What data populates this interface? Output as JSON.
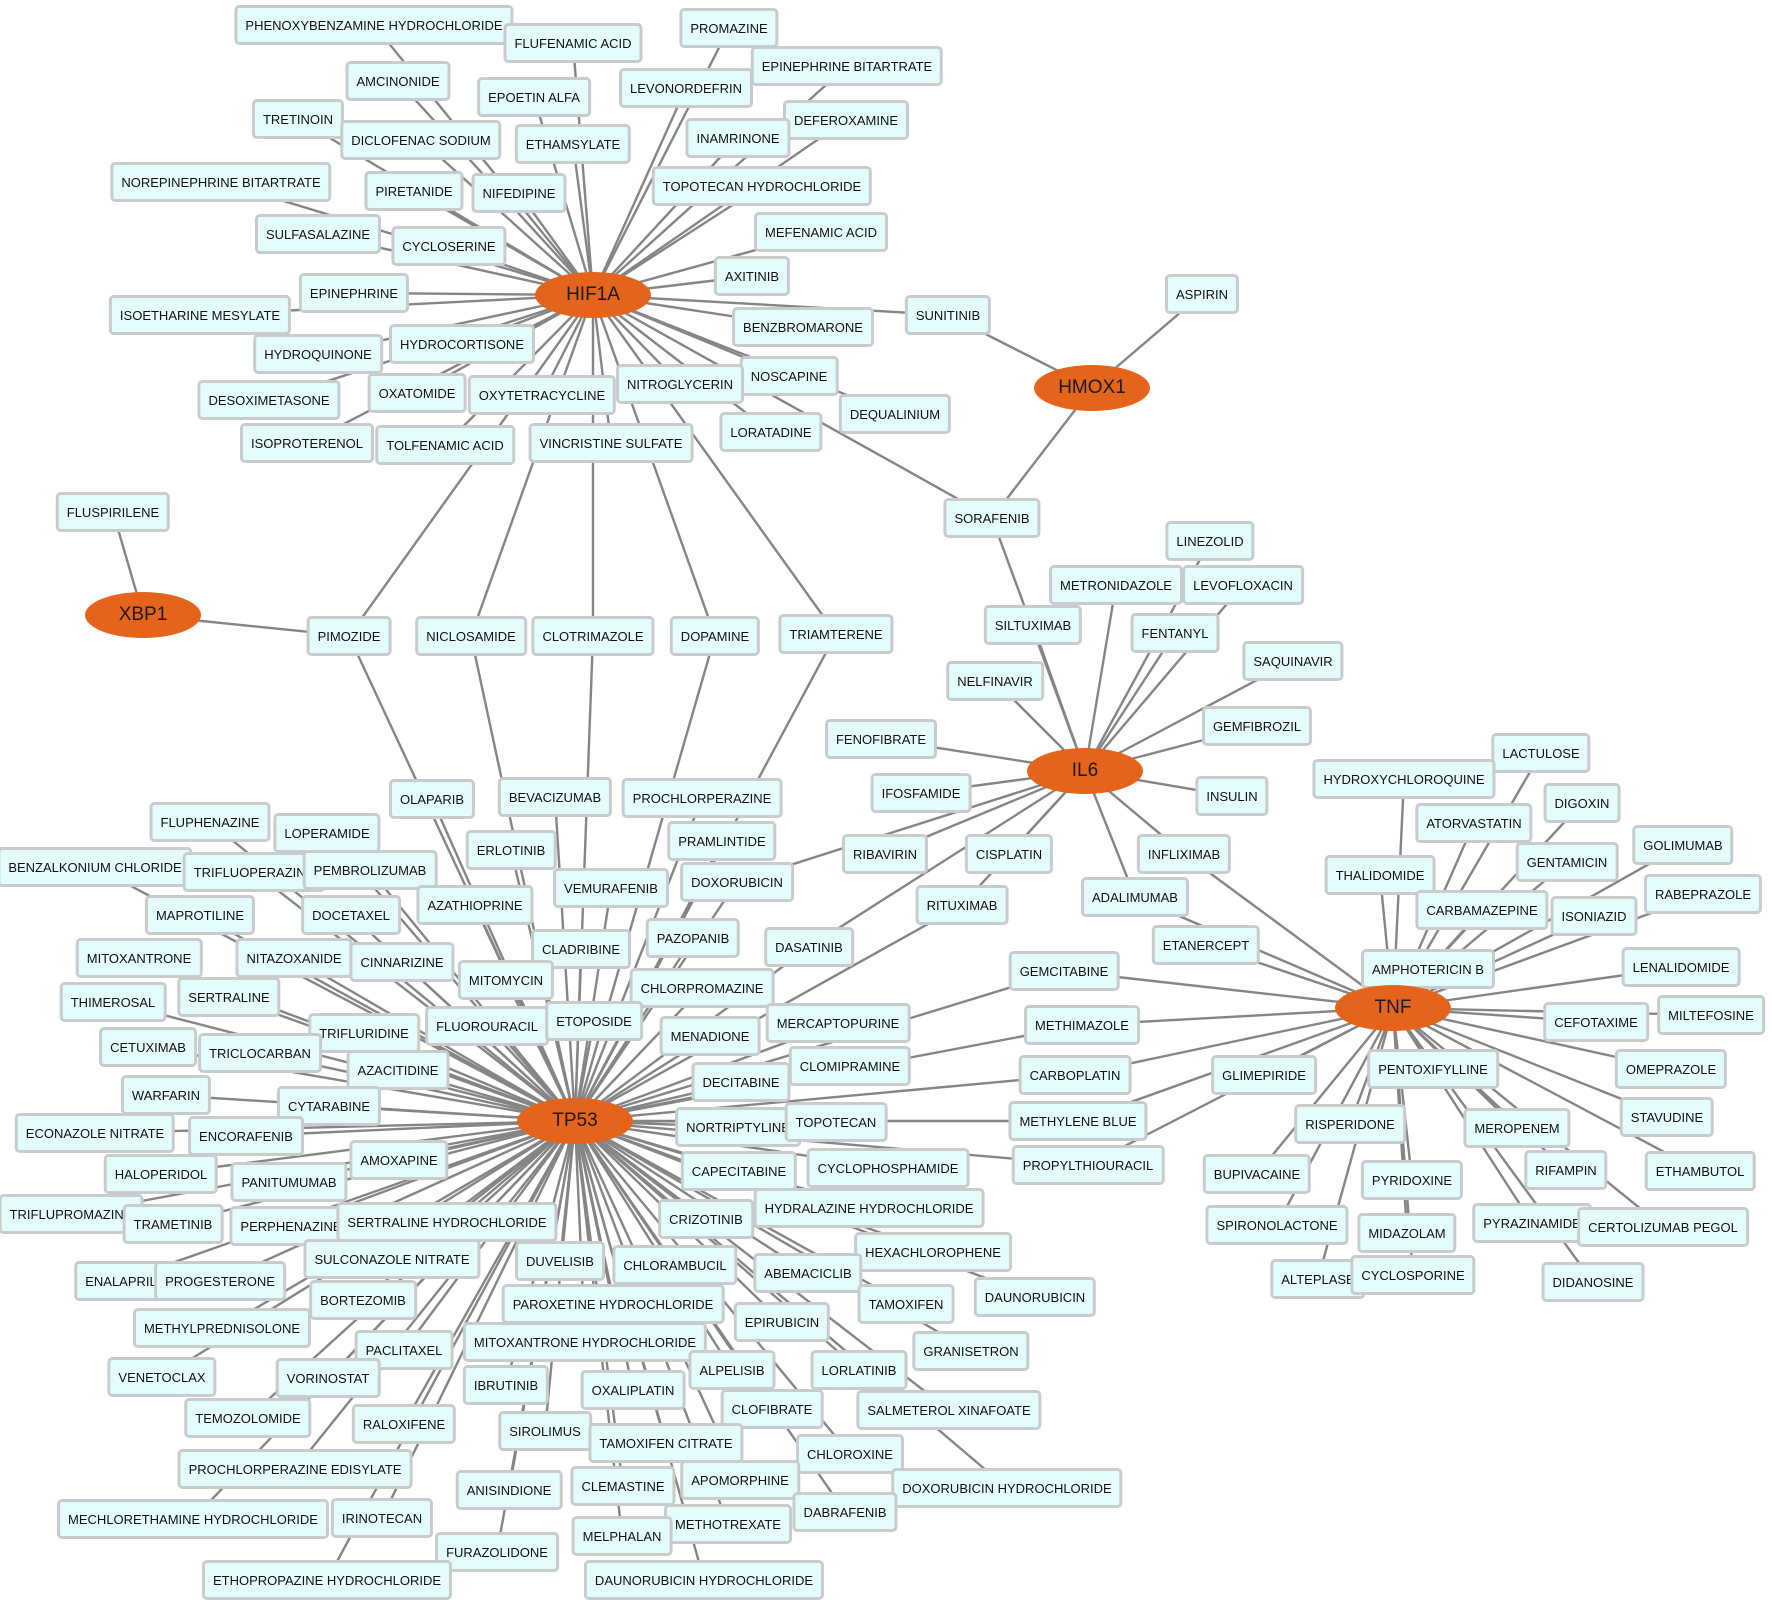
{
  "genes": [
    {
      "id": "HIF1A",
      "label": "HIF1A"
    },
    {
      "id": "HMOX1",
      "label": "HMOX1"
    },
    {
      "id": "XBP1",
      "label": "XBP1"
    },
    {
      "id": "IL6",
      "label": "IL6"
    },
    {
      "id": "TNF",
      "label": "TNF"
    },
    {
      "id": "TP53",
      "label": "TP53"
    }
  ],
  "drugs": [
    {
      "label": "PHENOXYBENZAMINE HYDROCHLORIDE",
      "links": [
        "HIF1A"
      ]
    },
    {
      "label": "FLUFENAMIC ACID",
      "links": [
        "HIF1A"
      ]
    },
    {
      "label": "PROMAZINE",
      "links": [
        "HIF1A"
      ]
    },
    {
      "label": "EPINEPHRINE BITARTRATE",
      "links": [
        "HIF1A"
      ]
    },
    {
      "label": "AMCINONIDE",
      "links": [
        "HIF1A"
      ]
    },
    {
      "label": "EPOETIN ALFA",
      "links": [
        "HIF1A"
      ]
    },
    {
      "label": "LEVONORDEFRIN",
      "links": [
        "HIF1A"
      ]
    },
    {
      "label": "TRETINOIN",
      "links": [
        "HIF1A"
      ]
    },
    {
      "label": "DEFEROXAMINE",
      "links": [
        "HIF1A"
      ]
    },
    {
      "label": "DICLOFENAC SODIUM",
      "links": [
        "HIF1A"
      ]
    },
    {
      "label": "ETHAMSYLATE",
      "links": [
        "HIF1A"
      ]
    },
    {
      "label": "INAMRINONE",
      "links": [
        "HIF1A"
      ]
    },
    {
      "label": "NOREPINEPHRINE BITARTRATE",
      "links": [
        "HIF1A"
      ]
    },
    {
      "label": "PIRETANIDE",
      "links": [
        "HIF1A"
      ]
    },
    {
      "label": "NIFEDIPINE",
      "links": [
        "HIF1A"
      ]
    },
    {
      "label": "TOPOTECAN HYDROCHLORIDE",
      "links": [
        "HIF1A"
      ]
    },
    {
      "label": "SULFASALAZINE",
      "links": [
        "HIF1A"
      ]
    },
    {
      "label": "CYCLOSERINE",
      "links": [
        "HIF1A"
      ]
    },
    {
      "label": "MEFENAMIC ACID",
      "links": [
        "HIF1A"
      ]
    },
    {
      "label": "AXITINIB",
      "links": [
        "HIF1A"
      ]
    },
    {
      "label": "EPINEPHRINE",
      "links": [
        "HIF1A"
      ]
    },
    {
      "label": "ISOETHARINE MESYLATE",
      "links": [
        "HIF1A"
      ]
    },
    {
      "label": "ASPIRIN",
      "links": [
        "HMOX1"
      ]
    },
    {
      "label": "SUNITINIB",
      "links": [
        "HIF1A",
        "HMOX1"
      ]
    },
    {
      "label": "BENZBROMARONE",
      "links": [
        "HIF1A"
      ]
    },
    {
      "label": "HYDROQUINONE",
      "links": [
        "HIF1A"
      ]
    },
    {
      "label": "HYDROCORTISONE",
      "links": [
        "HIF1A"
      ]
    },
    {
      "label": "NOSCAPINE",
      "links": [
        "HIF1A"
      ]
    },
    {
      "label": "NITROGLYCERIN",
      "links": [
        "HIF1A"
      ]
    },
    {
      "label": "DESOXIMETASONE",
      "links": [
        "HIF1A"
      ]
    },
    {
      "label": "OXATOMIDE",
      "links": [
        "HIF1A"
      ]
    },
    {
      "label": "OXYTETRACYCLINE",
      "links": [
        "HIF1A"
      ]
    },
    {
      "label": "DEQUALINIUM",
      "links": [
        "HIF1A"
      ]
    },
    {
      "label": "LORATADINE",
      "links": [
        "HIF1A"
      ]
    },
    {
      "label": "ISOPROTERENOL",
      "links": [
        "HIF1A"
      ]
    },
    {
      "label": "TOLFENAMIC ACID",
      "links": [
        "HIF1A"
      ]
    },
    {
      "label": "VINCRISTINE SULFATE",
      "links": [
        "HIF1A"
      ]
    },
    {
      "label": "SORAFENIB",
      "links": [
        "HIF1A",
        "HMOX1",
        "IL6"
      ]
    },
    {
      "label": "FLUSPIRILENE",
      "links": [
        "XBP1"
      ]
    },
    {
      "label": "PIMOZIDE",
      "links": [
        "XBP1",
        "HIF1A",
        "TP53"
      ]
    },
    {
      "label": "NICLOSAMIDE",
      "links": [
        "HIF1A",
        "TP53"
      ]
    },
    {
      "label": "CLOTRIMAZOLE",
      "links": [
        "HIF1A",
        "TP53"
      ]
    },
    {
      "label": "DOPAMINE",
      "links": [
        "HIF1A",
        "TP53"
      ]
    },
    {
      "label": "TRIAMTERENE",
      "links": [
        "HIF1A",
        "TP53"
      ]
    },
    {
      "label": "LINEZOLID",
      "links": [
        "IL6"
      ]
    },
    {
      "label": "METRONIDAZOLE",
      "links": [
        "IL6"
      ]
    },
    {
      "label": "LEVOFLOXACIN",
      "links": [
        "IL6"
      ]
    },
    {
      "label": "SILTUXIMAB",
      "links": [
        "IL6"
      ]
    },
    {
      "label": "FENTANYL",
      "links": [
        "IL6"
      ]
    },
    {
      "label": "SAQUINAVIR",
      "links": [
        "IL6"
      ]
    },
    {
      "label": "NELFINAVIR",
      "links": [
        "IL6"
      ]
    },
    {
      "label": "GEMFIBROZIL",
      "links": [
        "IL6"
      ]
    },
    {
      "label": "FENOFIBRATE",
      "links": [
        "IL6"
      ]
    },
    {
      "label": "IFOSFAMIDE",
      "links": [
        "IL6"
      ]
    },
    {
      "label": "INSULIN",
      "links": [
        "IL6"
      ]
    },
    {
      "label": "RIBAVIRIN",
      "links": [
        "IL6"
      ]
    },
    {
      "label": "CISPLATIN",
      "links": [
        "IL6"
      ]
    },
    {
      "label": "INFLIXIMAB",
      "links": [
        "IL6",
        "TNF"
      ]
    },
    {
      "label": "ADALIMUMAB",
      "links": [
        "IL6",
        "TNF"
      ]
    },
    {
      "label": "RITUXIMAB",
      "links": [
        "IL6",
        "TP53"
      ]
    },
    {
      "label": "ETANERCEPT",
      "links": [
        "TNF"
      ]
    },
    {
      "label": "LACTULOSE",
      "links": [
        "TNF"
      ]
    },
    {
      "label": "HYDROXYCHLOROQUINE",
      "links": [
        "TNF"
      ]
    },
    {
      "label": "DIGOXIN",
      "links": [
        "TNF"
      ]
    },
    {
      "label": "ATORVASTATIN",
      "links": [
        "TNF"
      ]
    },
    {
      "label": "GOLIMUMAB",
      "links": [
        "TNF"
      ]
    },
    {
      "label": "THALIDOMIDE",
      "links": [
        "TNF"
      ]
    },
    {
      "label": "GENTAMICIN",
      "links": [
        "TNF"
      ]
    },
    {
      "label": "RABEPRAZOLE",
      "links": [
        "TNF"
      ]
    },
    {
      "label": "CARBAMAZEPINE",
      "links": [
        "TNF"
      ]
    },
    {
      "label": "ISONIAZID",
      "links": [
        "TNF"
      ]
    },
    {
      "label": "AMPHOTERICIN B",
      "links": [
        "TNF"
      ]
    },
    {
      "label": "LENALIDOMIDE",
      "links": [
        "TNF"
      ]
    },
    {
      "label": "MILTEFOSINE",
      "links": [
        "TNF"
      ]
    },
    {
      "label": "CEFOTAXIME",
      "links": [
        "TNF"
      ]
    },
    {
      "label": "PENTOXIFYLLINE",
      "links": [
        "TNF"
      ]
    },
    {
      "label": "OMEPRAZOLE",
      "links": [
        "TNF"
      ]
    },
    {
      "label": "GLIMEPIRIDE",
      "links": [
        "TNF"
      ]
    },
    {
      "label": "STAVUDINE",
      "links": [
        "TNF"
      ]
    },
    {
      "label": "RISPERIDONE",
      "links": [
        "TNF"
      ]
    },
    {
      "label": "MEROPENEM",
      "links": [
        "TNF"
      ]
    },
    {
      "label": "ETHAMBUTOL",
      "links": [
        "TNF"
      ]
    },
    {
      "label": "BUPIVACAINE",
      "links": [
        "TNF"
      ]
    },
    {
      "label": "PYRIDOXINE",
      "links": [
        "TNF"
      ]
    },
    {
      "label": "RIFAMPIN",
      "links": [
        "TNF"
      ]
    },
    {
      "label": "SPIRONOLACTONE",
      "links": [
        "TNF"
      ]
    },
    {
      "label": "MIDAZOLAM",
      "links": [
        "TNF"
      ]
    },
    {
      "label": "PYRAZINAMIDE",
      "links": [
        "TNF"
      ]
    },
    {
      "label": "CERTOLIZUMAB PEGOL",
      "links": [
        "TNF"
      ]
    },
    {
      "label": "ALTEPLASE",
      "links": [
        "TNF"
      ]
    },
    {
      "label": "CYCLOSPORINE",
      "links": [
        "TNF"
      ]
    },
    {
      "label": "DIDANOSINE",
      "links": [
        "TNF"
      ]
    },
    {
      "label": "GEMCITABINE",
      "links": [
        "TNF",
        "TP53"
      ]
    },
    {
      "label": "METHIMAZOLE",
      "links": [
        "TNF",
        "TP53"
      ]
    },
    {
      "label": "CARBOPLATIN",
      "links": [
        "TNF",
        "TP53"
      ]
    },
    {
      "label": "METHYLENE BLUE",
      "links": [
        "TNF",
        "TP53"
      ]
    },
    {
      "label": "PROPYLTHIOURACIL",
      "links": [
        "TNF",
        "TP53"
      ]
    },
    {
      "label": "OLAPARIB",
      "links": [
        "TP53"
      ]
    },
    {
      "label": "BEVACIZUMAB",
      "links": [
        "TP53"
      ]
    },
    {
      "label": "PROCHLORPERAZINE",
      "links": [
        "TP53"
      ]
    },
    {
      "label": "FLUPHENAZINE",
      "links": [
        "TP53"
      ]
    },
    {
      "label": "LOPERAMIDE",
      "links": [
        "TP53"
      ]
    },
    {
      "label": "BENZALKONIUM CHLORIDE",
      "links": [
        "TP53"
      ]
    },
    {
      "label": "TRIFLUOPERAZINE",
      "links": [
        "TP53"
      ]
    },
    {
      "label": "PEMBROLIZUMAB",
      "links": [
        "TP53"
      ]
    },
    {
      "label": "ERLOTINIB",
      "links": [
        "TP53"
      ]
    },
    {
      "label": "PRAMLINTIDE",
      "links": [
        "TP53"
      ]
    },
    {
      "label": "VEMURAFENIB",
      "links": [
        "TP53"
      ]
    },
    {
      "label": "DOXORUBICIN",
      "links": [
        "TP53",
        "IL6"
      ]
    },
    {
      "label": "MAPROTILINE",
      "links": [
        "TP53"
      ]
    },
    {
      "label": "DOCETAXEL",
      "links": [
        "TP53"
      ]
    },
    {
      "label": "AZATHIOPRINE",
      "links": [
        "TP53"
      ]
    },
    {
      "label": "MITOXANTRONE",
      "links": [
        "TP53"
      ]
    },
    {
      "label": "NITAZOXANIDE",
      "links": [
        "TP53"
      ]
    },
    {
      "label": "CINNARIZINE",
      "links": [
        "TP53"
      ]
    },
    {
      "label": "CLADRIBINE",
      "links": [
        "TP53"
      ]
    },
    {
      "label": "PAZOPANIB",
      "links": [
        "TP53"
      ]
    },
    {
      "label": "DASATINIB",
      "links": [
        "TP53",
        "IL6"
      ]
    },
    {
      "label": "THIMEROSAL",
      "links": [
        "TP53"
      ]
    },
    {
      "label": "SERTRALINE",
      "links": [
        "TP53"
      ]
    },
    {
      "label": "MITOMYCIN",
      "links": [
        "TP53"
      ]
    },
    {
      "label": "CHLORPROMAZINE",
      "links": [
        "TP53"
      ]
    },
    {
      "label": "CETUXIMAB",
      "links": [
        "TP53"
      ]
    },
    {
      "label": "TRIFLURIDINE",
      "links": [
        "TP53"
      ]
    },
    {
      "label": "FLUOROURACIL",
      "links": [
        "TP53"
      ]
    },
    {
      "label": "ETOPOSIDE",
      "links": [
        "TP53"
      ]
    },
    {
      "label": "MERCAPTOPURINE",
      "links": [
        "TP53"
      ]
    },
    {
      "label": "TRICLOCARBAN",
      "links": [
        "TP53"
      ]
    },
    {
      "label": "MENADIONE",
      "links": [
        "TP53"
      ]
    },
    {
      "label": "AZACITIDINE",
      "links": [
        "TP53"
      ]
    },
    {
      "label": "CLOMIPRAMINE",
      "links": [
        "TP53"
      ]
    },
    {
      "label": "WARFARIN",
      "links": [
        "TP53"
      ]
    },
    {
      "label": "CYTARABINE",
      "links": [
        "TP53"
      ]
    },
    {
      "label": "DECITABINE",
      "links": [
        "TP53"
      ]
    },
    {
      "label": "ECONAZOLE NITRATE",
      "links": [
        "TP53"
      ]
    },
    {
      "label": "ENCORAFENIB",
      "links": [
        "TP53"
      ]
    },
    {
      "label": "NORTRIPTYLINE",
      "links": [
        "TP53"
      ]
    },
    {
      "label": "TOPOTECAN",
      "links": [
        "TP53"
      ]
    },
    {
      "label": "AMOXAPINE",
      "links": [
        "TP53"
      ]
    },
    {
      "label": "HALOPERIDOL",
      "links": [
        "TP53"
      ]
    },
    {
      "label": "PANITUMUMAB",
      "links": [
        "TP53"
      ]
    },
    {
      "label": "CAPECITABINE",
      "links": [
        "TP53"
      ]
    },
    {
      "label": "CYCLOPHOSPHAMIDE",
      "links": [
        "TP53"
      ]
    },
    {
      "label": "TRIFLUPROMAZINE",
      "links": [
        "TP53"
      ]
    },
    {
      "label": "TRAMETINIB",
      "links": [
        "TP53"
      ]
    },
    {
      "label": "PERPHENAZINE",
      "links": [
        "TP53"
      ]
    },
    {
      "label": "SERTRALINE HYDROCHLORIDE",
      "links": [
        "TP53"
      ]
    },
    {
      "label": "CRIZOTINIB",
      "links": [
        "TP53"
      ]
    },
    {
      "label": "HYDRALAZINE HYDROCHLORIDE",
      "links": [
        "TP53"
      ]
    },
    {
      "label": "SULCONAZOLE NITRATE",
      "links": [
        "TP53"
      ]
    },
    {
      "label": "HEXACHLOROPHENE",
      "links": [
        "TP53"
      ]
    },
    {
      "label": "ENALAPRIL",
      "links": [
        "TP53"
      ]
    },
    {
      "label": "PROGESTERONE",
      "links": [
        "TP53"
      ]
    },
    {
      "label": "DUVELISIB",
      "links": [
        "TP53"
      ]
    },
    {
      "label": "CHLORAMBUCIL",
      "links": [
        "TP53"
      ]
    },
    {
      "label": "ABEMACICLIB",
      "links": [
        "TP53"
      ]
    },
    {
      "label": "BORTEZOMIB",
      "links": [
        "TP53"
      ]
    },
    {
      "label": "DAUNORUBICIN",
      "links": [
        "TP53"
      ]
    },
    {
      "label": "PAROXETINE HYDROCHLORIDE",
      "links": [
        "TP53"
      ]
    },
    {
      "label": "TAMOXIFEN",
      "links": [
        "TP53"
      ]
    },
    {
      "label": "METHYLPREDNISOLONE",
      "links": [
        "TP53"
      ]
    },
    {
      "label": "EPIRUBICIN",
      "links": [
        "TP53"
      ]
    },
    {
      "label": "PACLITAXEL",
      "links": [
        "TP53"
      ]
    },
    {
      "label": "MITOXANTRONE HYDROCHLORIDE",
      "links": [
        "TP53"
      ]
    },
    {
      "label": "GRANISETRON",
      "links": [
        "TP53"
      ]
    },
    {
      "label": "VENETOCLAX",
      "links": [
        "TP53"
      ]
    },
    {
      "label": "VORINOSTAT",
      "links": [
        "TP53"
      ]
    },
    {
      "label": "ALPELISIB",
      "links": [
        "TP53"
      ]
    },
    {
      "label": "LORLATINIB",
      "links": [
        "TP53"
      ]
    },
    {
      "label": "IBRUTINIB",
      "links": [
        "TP53"
      ]
    },
    {
      "label": "OXALIPLATIN",
      "links": [
        "TP53"
      ]
    },
    {
      "label": "TEMOZOLOMIDE",
      "links": [
        "TP53"
      ]
    },
    {
      "label": "CLOFIBRATE",
      "links": [
        "TP53"
      ]
    },
    {
      "label": "SALMETEROL XINAFOATE",
      "links": [
        "TP53"
      ]
    },
    {
      "label": "RALOXIFENE",
      "links": [
        "TP53"
      ]
    },
    {
      "label": "SIROLIMUS",
      "links": [
        "TP53"
      ]
    },
    {
      "label": "TAMOXIFEN CITRATE",
      "links": [
        "TP53"
      ]
    },
    {
      "label": "CHLOROXINE",
      "links": [
        "TP53"
      ]
    },
    {
      "label": "PROCHLORPERAZINE EDISYLATE",
      "links": [
        "TP53"
      ]
    },
    {
      "label": "ANISINDIONE",
      "links": [
        "TP53"
      ]
    },
    {
      "label": "CLEMASTINE",
      "links": [
        "TP53"
      ]
    },
    {
      "label": "APOMORPHINE",
      "links": [
        "TP53"
      ]
    },
    {
      "label": "DOXORUBICIN HYDROCHLORIDE",
      "links": [
        "TP53"
      ]
    },
    {
      "label": "MECHLORETHAMINE HYDROCHLORIDE",
      "links": [
        "TP53"
      ]
    },
    {
      "label": "IRINOTECAN",
      "links": [
        "TP53"
      ]
    },
    {
      "label": "DABRAFENIB",
      "links": [
        "TP53"
      ]
    },
    {
      "label": "METHOTREXATE",
      "links": [
        "TP53"
      ]
    },
    {
      "label": "FURAZOLIDONE",
      "links": [
        "TP53"
      ]
    },
    {
      "label": "MELPHALAN",
      "links": [
        "TP53"
      ]
    },
    {
      "label": "ETHOPROPAZINE HYDROCHLORIDE",
      "links": [
        "TP53"
      ]
    },
    {
      "label": "DAUNORUBICIN HYDROCHLORIDE",
      "links": [
        "TP53"
      ]
    }
  ]
}
